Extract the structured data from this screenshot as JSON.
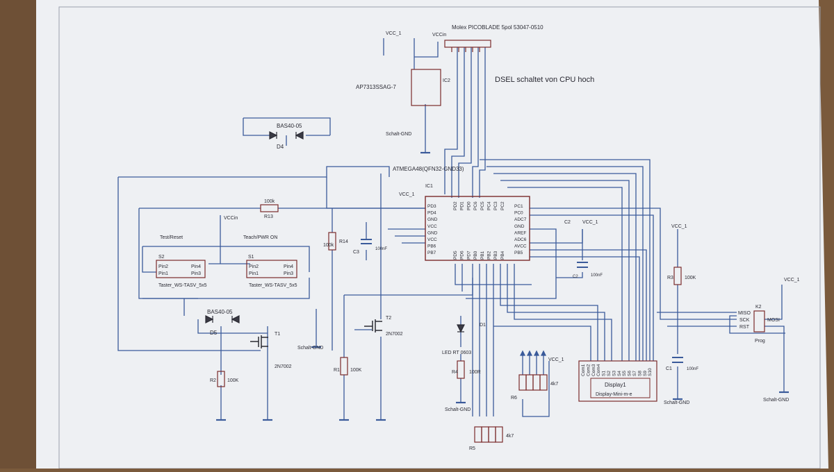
{
  "labels": {
    "connector_title": "Molex PICOBLADE 5pol 53047-0510",
    "regulator": "AP7313SSAG-7",
    "regulator_ic": "IC2",
    "dsel_note": "DSEL schaltet von CPU hoch",
    "diode_top": "BAS40-05",
    "diode_top_ref": "D4",
    "mcu": "ATMEGA48(QFN32-GND33)",
    "mcu_ref": "IC1",
    "r13_val": "100k",
    "r13_ref": "R13",
    "r14_val": "100k",
    "r14_ref": "R14",
    "c3_ref": "C3",
    "c3_val": "100nF",
    "c2_ref": "C2",
    "c2_val": "100nF",
    "c1_ref": "C1",
    "c1_val": "100nF",
    "test_reset": "Test/Reset",
    "teach_pwr": "Teach/PWR ON",
    "s2": "S2",
    "s1": "S1",
    "taster_s2": "Taster_WS-TASV_5x5",
    "taster_s1": "Taster_WS-TASV_5x5",
    "pin1": "Pin1",
    "pin2": "Pin2",
    "pin3": "Pin3",
    "pin4": "Pin4",
    "diode_bottom": "BAS40-05",
    "diode_bottom_ref": "D5",
    "t1": "T1",
    "t1_part": "2N7002",
    "t2": "T2",
    "t2_part": "2N7002",
    "r2": "R2",
    "r2_val": "100K",
    "r1": "R1",
    "r1_val": "100K",
    "r4": "R4",
    "r4_val": "100R",
    "led": "LED RT 0603",
    "d1": "D1",
    "r6": "R6",
    "r6_val": "4k7",
    "r5": "R5",
    "r5_val": "4k7",
    "r3": "R3",
    "r3_val": "100K",
    "display_ref": "Display1",
    "display_part": "Display-Mini-m-e",
    "k2": "K2",
    "prog": "Prog",
    "miso": "MISO",
    "sck": "SCK",
    "rst": "RST",
    "mosi": "MOSI",
    "vcc1": "VCC_1",
    "vccin": "VCCin",
    "schalt_gnd": "Schalt-GND",
    "gnd": "GND"
  },
  "mcu_pins_left": [
    "PD3",
    "PD4",
    "GND",
    "VCC",
    "GND",
    "VCC",
    "PB6",
    "PB7"
  ],
  "mcu_pins_right": [
    "PC1",
    "PC0",
    "ADC7",
    "GND",
    "AREF",
    "ADC6",
    "AVCC",
    "PB5"
  ],
  "mcu_pins_top": [
    "PD2",
    "PD1",
    "PD0",
    "PC6",
    "PC5",
    "PC4",
    "PC3",
    "PC2"
  ],
  "mcu_pins_bottom": [
    "PD5",
    "PD6",
    "PD7",
    "PB0",
    "PB1",
    "PB2",
    "PB3",
    "PB4"
  ],
  "display_pins": [
    "Com1",
    "Com2",
    "Com3",
    "Com4",
    "S1",
    "S2",
    "S3",
    "S4",
    "S5",
    "S6",
    "S7",
    "S8",
    "S9",
    "S10"
  ],
  "colors": {
    "paper": "#f3f4f6",
    "wire": "#3a5a9a",
    "part": "#7a2a2a",
    "text": "#2a2a33"
  }
}
